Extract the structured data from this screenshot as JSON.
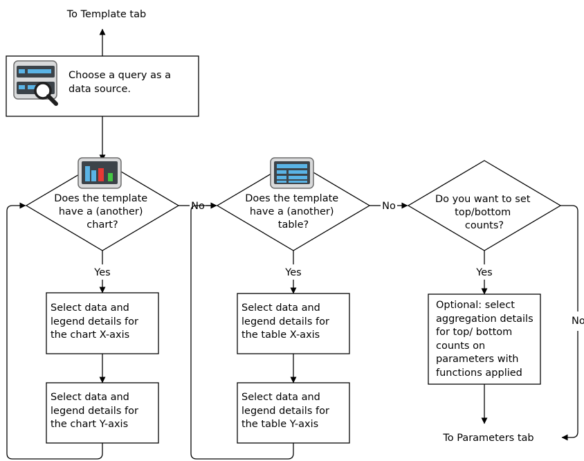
{
  "top_label": "To Template tab",
  "query_box": {
    "text": "Choose a query as a data source."
  },
  "decisions": [
    {
      "lines": [
        "Does the template",
        "have a (another)",
        "chart?"
      ]
    },
    {
      "lines": [
        "Does the template",
        "have a (another)",
        "table?"
      ]
    },
    {
      "lines": [
        "Do you want to set",
        "top/bottom",
        "counts?"
      ]
    }
  ],
  "connectors": {
    "yes": "Yes",
    "no": "No"
  },
  "steps": {
    "chart_x": "Select data and legend details for the chart X-axis",
    "chart_y": "Select data and legend details for the chart Y-axis",
    "table_x": "Select data and legend details for the table X-axis",
    "table_y": "Select data and legend details for the table Y-axis",
    "optional": "Optional: select aggregation details for top/ bottom counts on parameters with functions applied"
  },
  "bottom_label": "To Parameters tab",
  "icons": {
    "query": "query-search-icon",
    "chart": "bar-chart-icon",
    "table": "table-icon"
  }
}
